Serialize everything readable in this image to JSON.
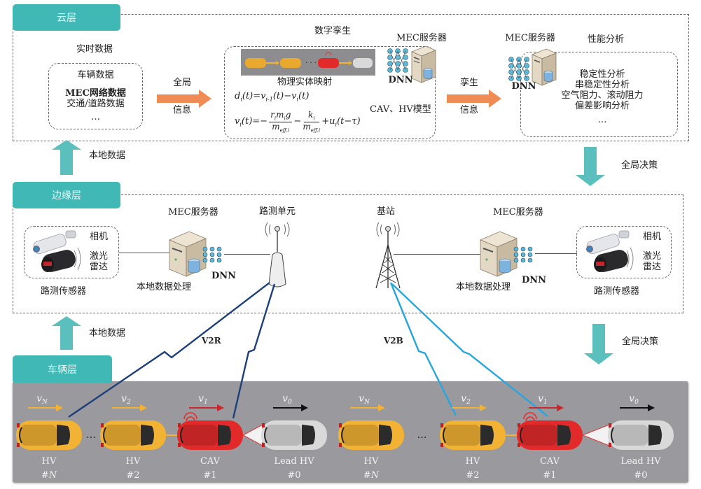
{
  "layers": {
    "cloud": {
      "label": "云层"
    },
    "edge": {
      "label": "边缘层"
    },
    "vehicle": {
      "label": "车辆层"
    }
  },
  "cloud": {
    "realtime_title": "实时数据",
    "realtime_items": [
      "车辆数据",
      "MEC网络数据",
      "交通/道路数据",
      "…"
    ],
    "arrow1_top": "全局",
    "arrow1_bottom": "信息",
    "twin_title": "数字孪生",
    "twin_mapping_label": "物理实体映射",
    "twin_equation_1": "d_i(t)=v_{i-1}(t)−v_i(t)",
    "twin_equation_2": "v_i(t)=−r_i m_i g/m_eff,i − k_i/m_eff,i + u_i(t−τ)",
    "twin_server_label": "MEC服务器",
    "twin_dnn_label": "DNN",
    "twin_model_label": "CAV、HV模型",
    "arrow2_top": "孪生",
    "arrow2_bottom": "信息",
    "analysis_server_label": "MEC服务器",
    "analysis_dnn_label": "DNN",
    "analysis_title": "性能分析",
    "analysis_items": [
      "稳定性分析",
      "串稳定性分析",
      "空气阻力、滚动阻力",
      "偏差影响分析",
      "…"
    ]
  },
  "flows": {
    "up_cloud": "本地数据",
    "down_edge": "全局决策",
    "up_edge": "本地数据",
    "down_vehicle": "全局决策"
  },
  "edge": {
    "left_sensor_camera": "相机",
    "left_sensor_lidar_1": "激光",
    "left_sensor_lidar_2": "雷达",
    "left_sensor_title": "路测传感器",
    "left_server_title": "MEC服务器",
    "left_server_caption": "本地数据处理",
    "left_dnn": "DNN",
    "rsu_title": "路测单元",
    "bs_title": "基站",
    "right_server_title": "MEC服务器",
    "right_server_caption": "本地数据处理",
    "right_dnn": "DNN",
    "right_sensor_camera": "相机",
    "right_sensor_lidar_1": "激光",
    "right_sensor_lidar_2": "雷达",
    "right_sensor_title": "路测传感器"
  },
  "links": {
    "v2r": "V2R",
    "v2b": "V2B"
  },
  "platoons": [
    {
      "cars": [
        {
          "type": "HV",
          "id": "#N",
          "speed": "v_N",
          "color": "#f2b233"
        },
        {
          "type": "HV",
          "id": "#2",
          "speed": "v_2",
          "color": "#f2b233"
        },
        {
          "type": "CAV",
          "id": "#1",
          "speed": "v_1",
          "color": "#e32a2a"
        },
        {
          "type": "Lead HV",
          "id": "#0",
          "speed": "v_0",
          "color": "#d9d9d9"
        }
      ]
    },
    {
      "cars": [
        {
          "type": "HV",
          "id": "#N",
          "speed": "v_N",
          "color": "#f2b233"
        },
        {
          "type": "HV",
          "id": "#2",
          "speed": "v_2",
          "color": "#f2b233"
        },
        {
          "type": "CAV",
          "id": "#1",
          "speed": "v_1",
          "color": "#e32a2a"
        },
        {
          "type": "Lead HV",
          "id": "#0",
          "speed": "v_0",
          "color": "#d9d9d9"
        }
      ]
    }
  ],
  "ellipsis": "…",
  "colors": {
    "teal": "#3fb8b6",
    "orange_arrow": "#ef8c55",
    "road": "#9a9a9e",
    "link_blue": "#2a4f8f",
    "link_cyan": "#2aa7e0"
  }
}
